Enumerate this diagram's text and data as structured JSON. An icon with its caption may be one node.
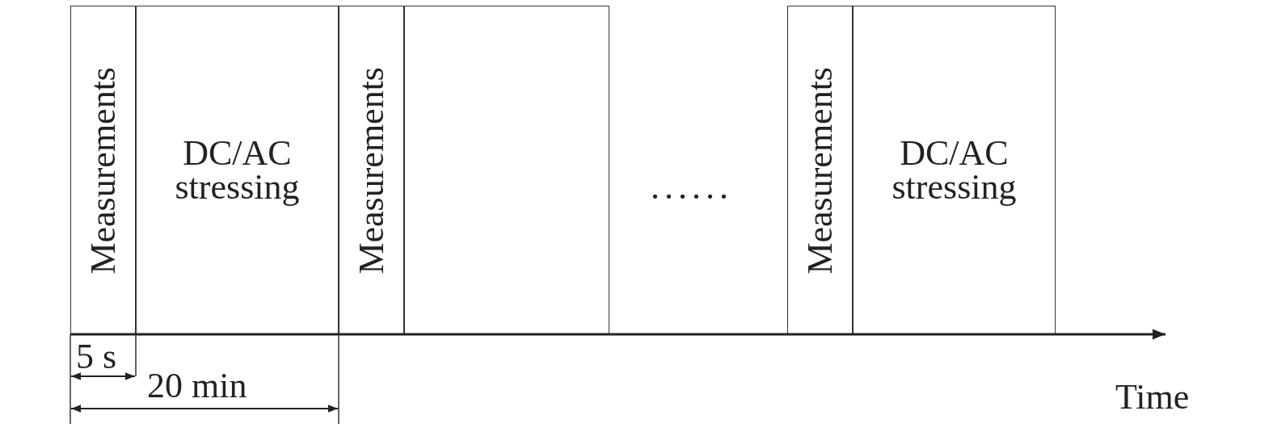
{
  "diagram": {
    "nodes": [
      {
        "text": [
          "Measurements"
        ]
      },
      {
        "text": [
          "DC/AC stressing"
        ]
      },
      {
        "text": [
          "Measurements"
        ]
      },
      {
        "text": [],
        "shape": "box"
      },
      {
        "text": [
          "Measurements"
        ]
      },
      {
        "text": [
          "DC/AC stressing"
        ]
      }
    ],
    "labels": [
      "......",
      "5 s",
      "20 min",
      "Time"
    ]
  }
}
